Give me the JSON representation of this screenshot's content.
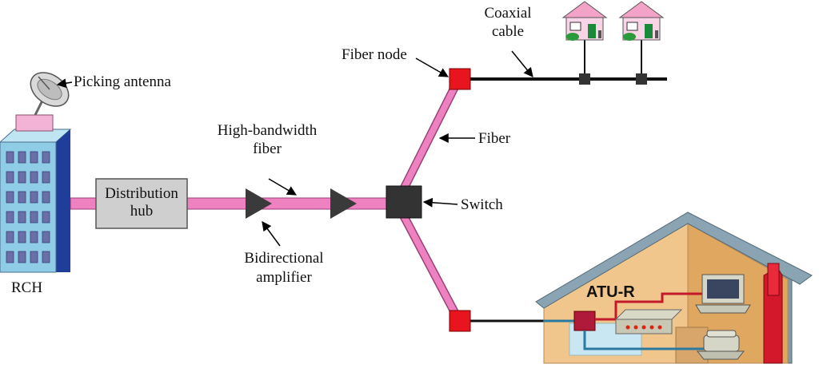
{
  "labels": {
    "picking_antenna": "Picking antenna",
    "rch": "RCH",
    "distribution_hub_line1": "Distribution",
    "distribution_hub_line2": "hub",
    "high_bandwidth_line1": "High-bandwidth",
    "high_bandwidth_line2": "fiber",
    "bidirectional_line1": "Bidirectional",
    "bidirectional_line2": "amplifier",
    "switch": "Switch",
    "fiber": "Fiber",
    "fiber_node": "Fiber node",
    "coaxial_line1": "Coaxial",
    "coaxial_line2": "cable",
    "atu_r": "ATU-R"
  },
  "colors": {
    "fiber": "#ee82c0",
    "fiber_node": "#e8141e",
    "switch": "#333333",
    "amplifier": "#3a3a3a",
    "coax": "#111111",
    "building": "#8fcde6",
    "hub": "#cfcfcf",
    "house_wall": "#f1c68c",
    "house_roof": "#7f99a8"
  }
}
